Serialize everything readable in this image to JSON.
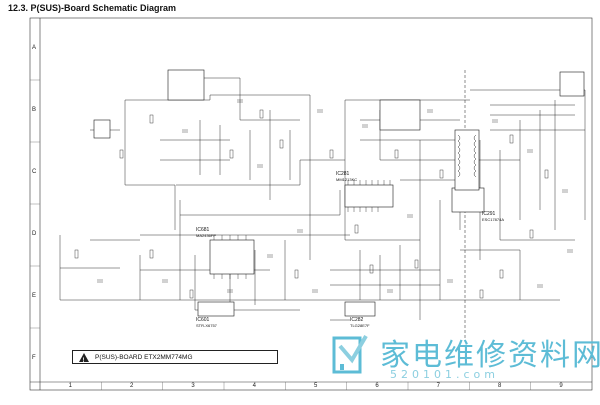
{
  "page": {
    "title": "12.3.  P(SUS)-Board Schematic Diagram"
  },
  "grid": {
    "rows": [
      "A",
      "B",
      "C",
      "D",
      "E",
      "F"
    ],
    "columns": [
      "1",
      "2",
      "3",
      "4",
      "5",
      "6",
      "7",
      "8",
      "9"
    ]
  },
  "components": {
    "ic281": {
      "name": "IC281",
      "part": "MM1213KC"
    },
    "ic291": {
      "name": "IC291",
      "part": "ESC17874A"
    },
    "ic681": {
      "name": "IC681",
      "part": "MA2436FP"
    },
    "ic601": {
      "name": "IC601",
      "part": "STR-X6757"
    },
    "ic282": {
      "name": "IC282",
      "part": "TLG28E7F"
    }
  },
  "warning": {
    "text": "P(SUS)-BOARD ETX2MM774MG"
  },
  "watermark": {
    "text": "家电维修资料网",
    "url": "520101.com"
  },
  "colors": {
    "ink": "#1a1a1a",
    "watermark": "#5dbcd6"
  }
}
